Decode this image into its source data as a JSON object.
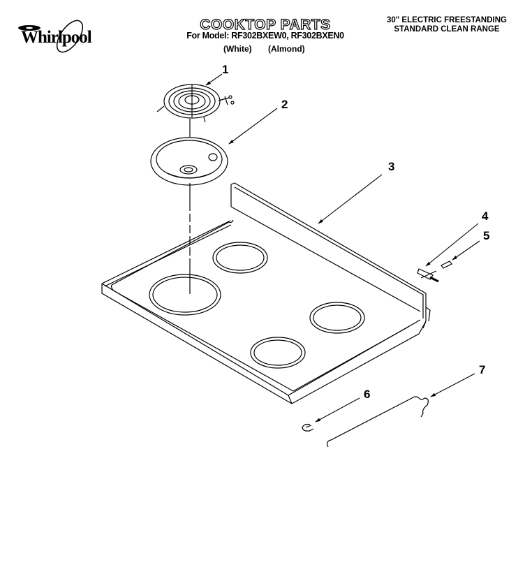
{
  "header": {
    "brand": "Whirlpool",
    "title": "COOKTOP PARTS",
    "model_line": "For Model: RF302BXEW0, RF302BXEN0",
    "variants": [
      "(White)",
      "(Almond)"
    ],
    "subtitle_line1": "30\" ELECTRIC FREESTANDING",
    "subtitle_line2": "STANDARD CLEAN RANGE"
  },
  "callouts": [
    {
      "number": "1",
      "part": "surface-element"
    },
    {
      "number": "2",
      "part": "drip-bowl"
    },
    {
      "number": "3",
      "part": "cooktop"
    },
    {
      "number": "4",
      "part": "terminal-block"
    },
    {
      "number": "5",
      "part": "screw"
    },
    {
      "number": "6",
      "part": "clip"
    },
    {
      "number": "7",
      "part": "support-rod"
    }
  ],
  "colors": {
    "line": "#000000",
    "background": "#ffffff"
  }
}
